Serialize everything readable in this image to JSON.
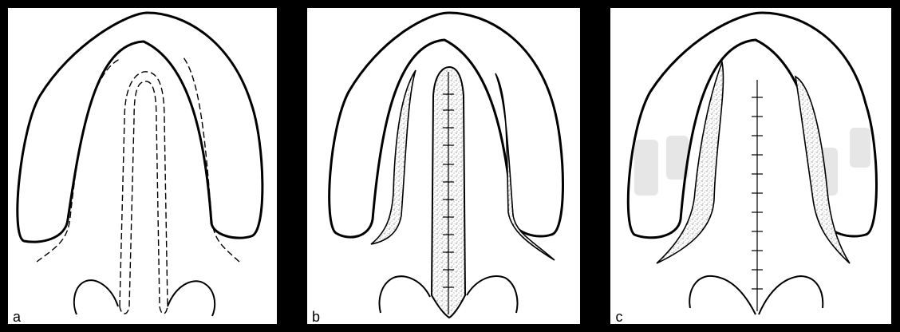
{
  "panels": [
    {
      "label": "a"
    },
    {
      "label": "b"
    },
    {
      "label": "c"
    }
  ],
  "colors": {
    "background": "#000000",
    "panel": "#ffffff",
    "stroke": "#000000",
    "stipple": "#777777"
  }
}
